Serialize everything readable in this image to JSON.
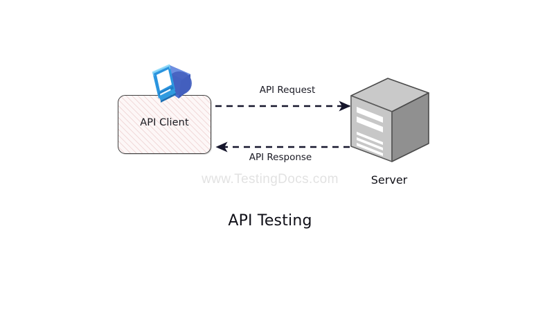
{
  "diagram": {
    "title": "API Testing",
    "watermark": "www.TestingDocs.com",
    "background_color": "#ffffff",
    "nodes": [
      {
        "id": "api-client",
        "label": "API Client",
        "shape": "rounded-rectangle",
        "icon": "computer-monitor-icon",
        "fill_color": "#fdf7f7",
        "hatch_color": "#d69696",
        "border_color": "#3f3f3f"
      },
      {
        "id": "server",
        "label": "Server",
        "shape": "isometric-box",
        "icon": "server-icon",
        "front_color": "#bdbdbd",
        "side_color": "#909090",
        "top_color": "#c9c9c9",
        "edge_color": "#4a4a4a"
      }
    ],
    "connectors": [
      {
        "id": "api-request",
        "label": "API Request",
        "from": "api-client",
        "to": "server",
        "style": "dashed",
        "direction": "right",
        "color": "#16162c"
      },
      {
        "id": "api-response",
        "label": "API Response",
        "from": "server",
        "to": "api-client",
        "style": "dashed",
        "direction": "left",
        "color": "#16162c"
      }
    ]
  }
}
